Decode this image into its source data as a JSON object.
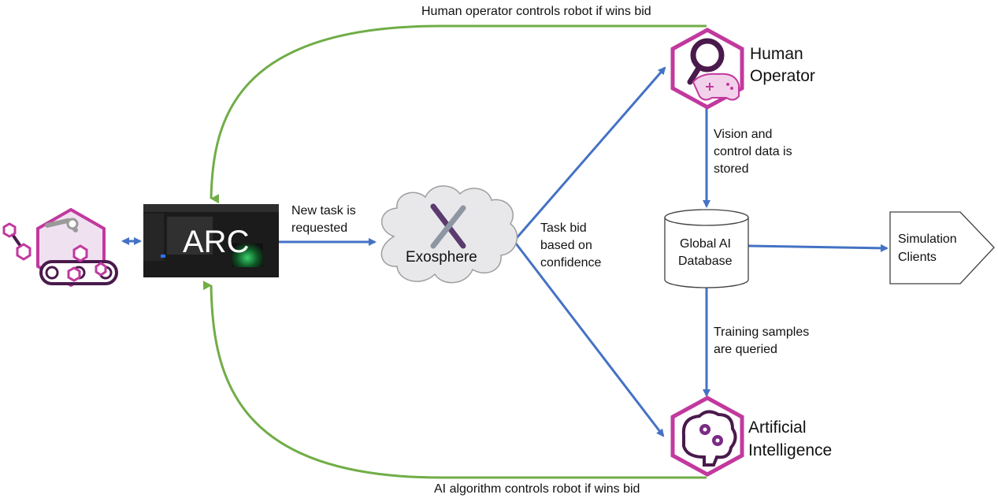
{
  "nodes": {
    "arc": {
      "label": "ARC"
    },
    "exosphere": {
      "label": "Exosphere"
    },
    "human_operator": {
      "line1": "Human",
      "line2": "Operator"
    },
    "database": {
      "line1": "Global AI",
      "line2": "Database"
    },
    "simulation": {
      "line1": "Simulation",
      "line2": "Clients"
    },
    "ai": {
      "line1": "Artificial",
      "line2": "Intelligence"
    }
  },
  "edges": {
    "top_loop": "Human operator controls robot if wins bid",
    "bottom_loop": "AI algorithm controls robot if wins bid",
    "new_task": {
      "line1": "New task is",
      "line2": "requested"
    },
    "task_bid": {
      "line1": "Task bid",
      "line2": "based on",
      "line3": "confidence"
    },
    "vision": {
      "line1": "Vision and",
      "line2": "control data is",
      "line3": "stored"
    },
    "training": {
      "line1": "Training samples",
      "line2": "are queried"
    }
  },
  "colors": {
    "blue_arrow": "#4472c4",
    "green_loop": "#70ad47",
    "magenta": "#b5278f",
    "cloud_stroke": "#9e9e9e"
  },
  "icons": [
    "robot-icon",
    "human-operator-icon",
    "ai-brain-icon",
    "exosphere-logo-icon",
    "database-cylinder-icon",
    "simulation-pentagon-icon"
  ]
}
